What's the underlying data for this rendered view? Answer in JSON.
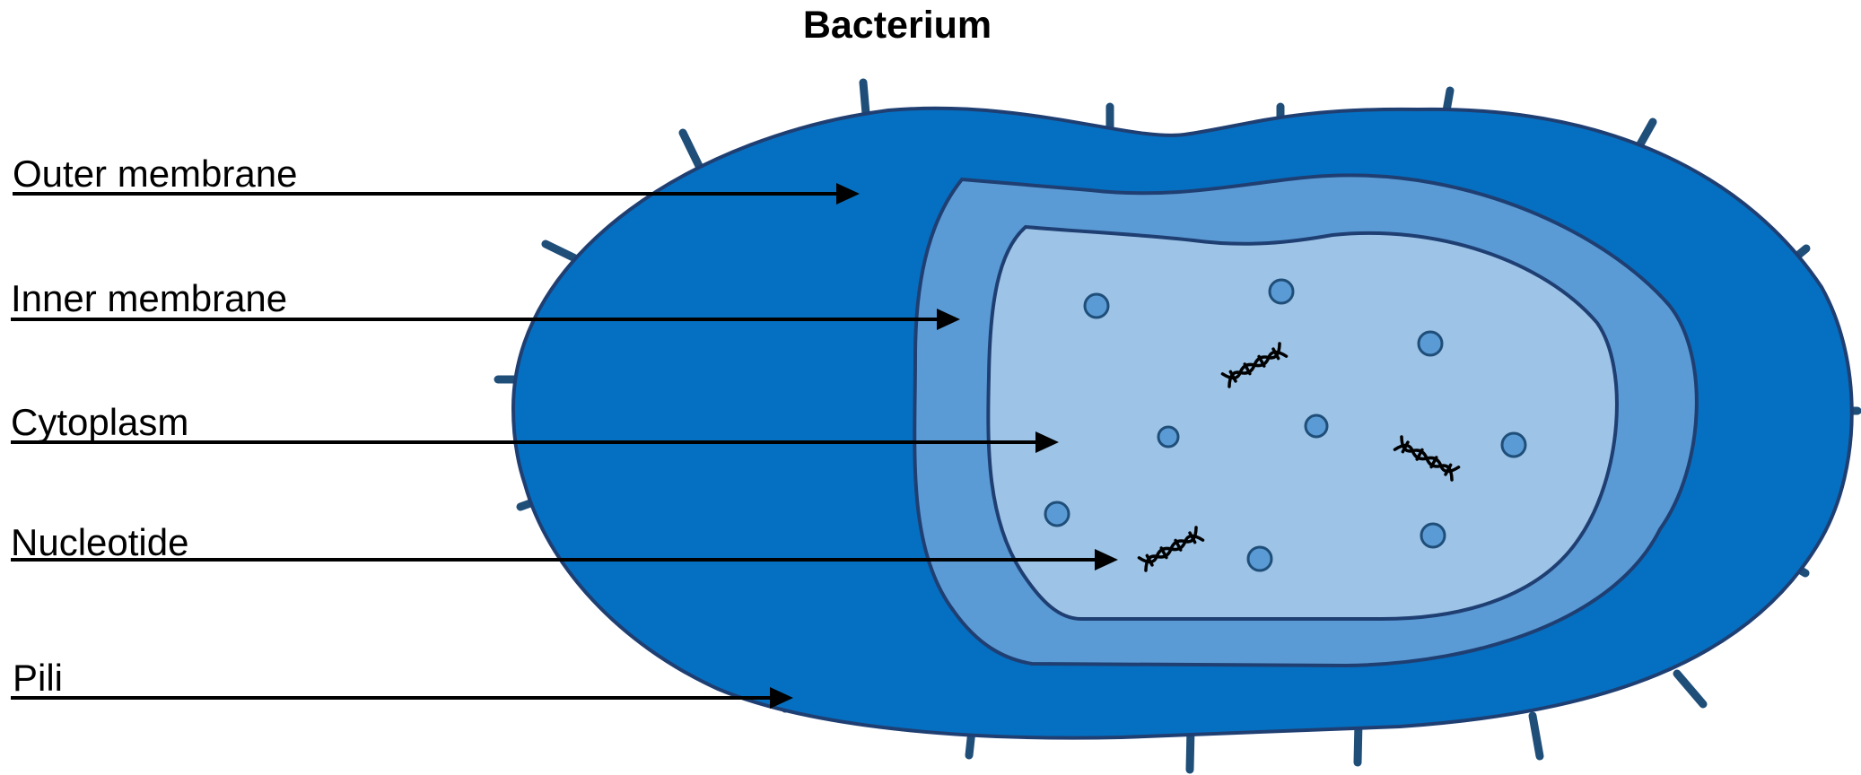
{
  "title": "Bacterium",
  "labels": {
    "outer_membrane": "Outer membrane",
    "inner_membrane": "Inner membrane",
    "cytoplasm": "Cytoplasm",
    "nucleotide": "Nucleotide",
    "pili": "Pili"
  },
  "colors": {
    "outer_membrane": "#0570c1",
    "inner_membrane": "#5b9bd5",
    "cytoplasm": "#9dc3e6",
    "outline": "#1f3f73",
    "pili": "#1f4e79",
    "arrow": "#000000"
  },
  "icons": {
    "dna": "dna-helix-icon",
    "nucleotide": "circle-icon"
  }
}
